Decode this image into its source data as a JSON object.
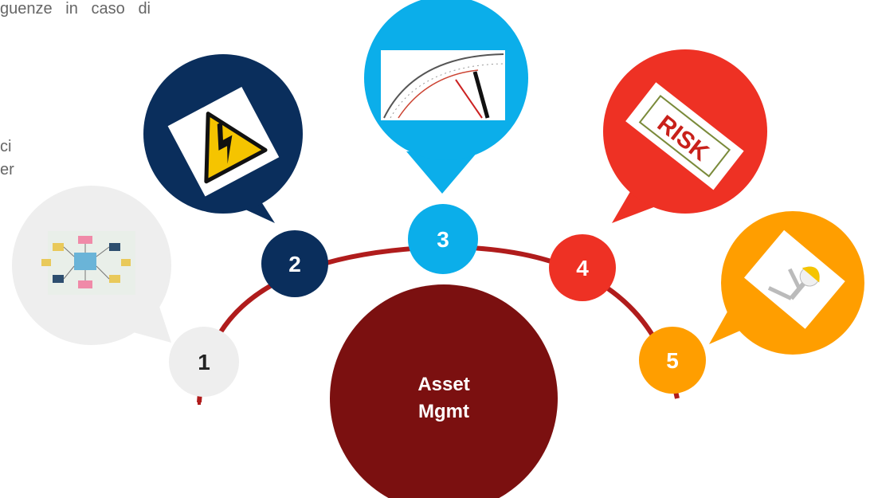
{
  "text_fragments": {
    "top_line": "guenze   in   caso   di",
    "line_ci": "ci",
    "line_er": "er"
  },
  "center": {
    "line1": "Asset",
    "line2": "Mgmt",
    "color": "#7B1010"
  },
  "arc_color": "#B01C1C",
  "steps": [
    {
      "number": "1",
      "circle_color": "#EEEEEE",
      "text_color": "#222222",
      "bubble_color": "#EEEEEE",
      "icon": "flowchart-icon"
    },
    {
      "number": "2",
      "circle_color": "#0A2E5C",
      "text_color": "#FFFFFF",
      "bubble_color": "#0A2E5C",
      "icon": "high-voltage-warning-icon"
    },
    {
      "number": "3",
      "circle_color": "#0BAEEA",
      "text_color": "#FFFFFF",
      "bubble_color": "#0BAEEA",
      "icon": "clock-dial-icon"
    },
    {
      "number": "4",
      "circle_color": "#EE3124",
      "text_color": "#FFFFFF",
      "bubble_color": "#EE3124",
      "icon": "risk-sign-icon"
    },
    {
      "number": "5",
      "circle_color": "#FF9E00",
      "text_color": "#FFFFFF",
      "bubble_color": "#FF9E00",
      "icon": "worker-hardhat-icon"
    }
  ]
}
